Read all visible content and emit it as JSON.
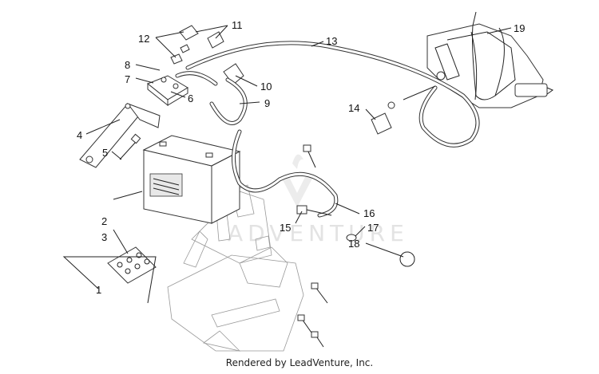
{
  "watermark": "ADVENTURE",
  "footer": "Rendered by LeadVenture, Inc.",
  "callouts": [
    {
      "id": "1",
      "label": "1"
    },
    {
      "id": "2",
      "label": "2"
    },
    {
      "id": "3",
      "label": "3"
    },
    {
      "id": "4",
      "label": "4"
    },
    {
      "id": "5",
      "label": "5"
    },
    {
      "id": "6",
      "label": "6"
    },
    {
      "id": "7",
      "label": "7"
    },
    {
      "id": "8",
      "label": "8"
    },
    {
      "id": "9",
      "label": "9"
    },
    {
      "id": "10",
      "label": "10"
    },
    {
      "id": "11",
      "label": "11"
    },
    {
      "id": "12",
      "label": "12"
    },
    {
      "id": "13",
      "label": "13"
    },
    {
      "id": "14",
      "label": "14"
    },
    {
      "id": "15",
      "label": "15"
    },
    {
      "id": "16",
      "label": "16"
    },
    {
      "id": "17",
      "label": "17"
    },
    {
      "id": "18",
      "label": "18"
    },
    {
      "id": "19",
      "label": "19"
    }
  ]
}
